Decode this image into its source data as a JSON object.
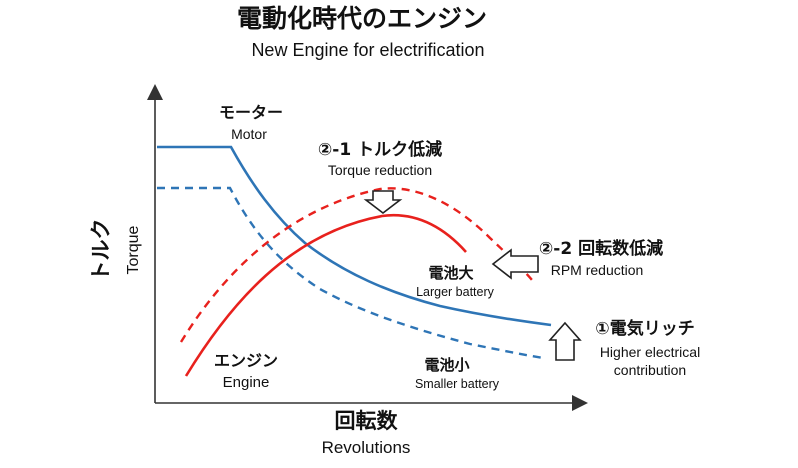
{
  "title": {
    "jp": "電動化時代のエンジン",
    "en": "New Engine for electrification"
  },
  "axes": {
    "y_jp": "トルク",
    "y_en": "Torque",
    "x_jp": "回転数",
    "x_en": "Revolutions"
  },
  "labels": {
    "motor_jp": "モーター",
    "motor_en": "Motor",
    "torque_reduction_jp": "②-1 トルク低減",
    "torque_reduction_en": "Torque reduction",
    "rpm_reduction_jp": "②-2 回転数低減",
    "rpm_reduction_en": "RPM reduction",
    "higher_elec_jp": "①電気リッチ",
    "higher_elec_en_1": "Higher electrical",
    "higher_elec_en_2": "contribution",
    "larger_battery_jp": "電池大",
    "larger_battery_en": "Larger battery",
    "smaller_battery_jp": "電池小",
    "smaller_battery_en": "Smaller battery",
    "engine_jp": "エンジン",
    "engine_en": "Engine"
  },
  "colors": {
    "motor_curve": "#2e75b6",
    "engine_curve": "#e8211d",
    "axis": "#333333",
    "arrow_outline": "#222222"
  }
}
